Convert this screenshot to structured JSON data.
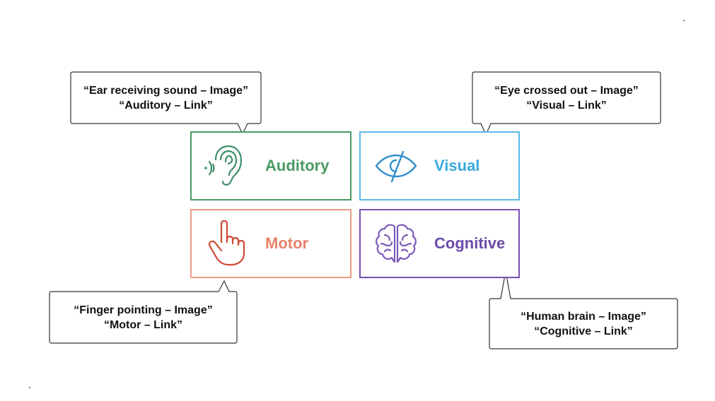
{
  "cards": {
    "auditory": {
      "label": "Auditory",
      "icon": "ear-icon",
      "color": "#4a9a63"
    },
    "visual": {
      "label": "Visual",
      "icon": "eye-crossed-icon",
      "color": "#3aa8dd"
    },
    "motor": {
      "label": "Motor",
      "icon": "pointing-finger-icon",
      "color": "#e6826a"
    },
    "cognitive": {
      "label": "Cognitive",
      "icon": "brain-icon",
      "color": "#6b4aa8"
    }
  },
  "callouts": {
    "auditory": {
      "line1": "“Ear receiving sound – Image”",
      "line2": "“Auditory – Link”"
    },
    "visual": {
      "line1": "“Eye crossed out – Image”",
      "line2": "“Visual – Link”"
    },
    "motor": {
      "line1": "“Finger pointing – Image”",
      "line2": "“Motor – Link”"
    },
    "cognitive": {
      "line1": "“Human brain – Image”",
      "line2": "“Cognitive – Link”"
    }
  }
}
